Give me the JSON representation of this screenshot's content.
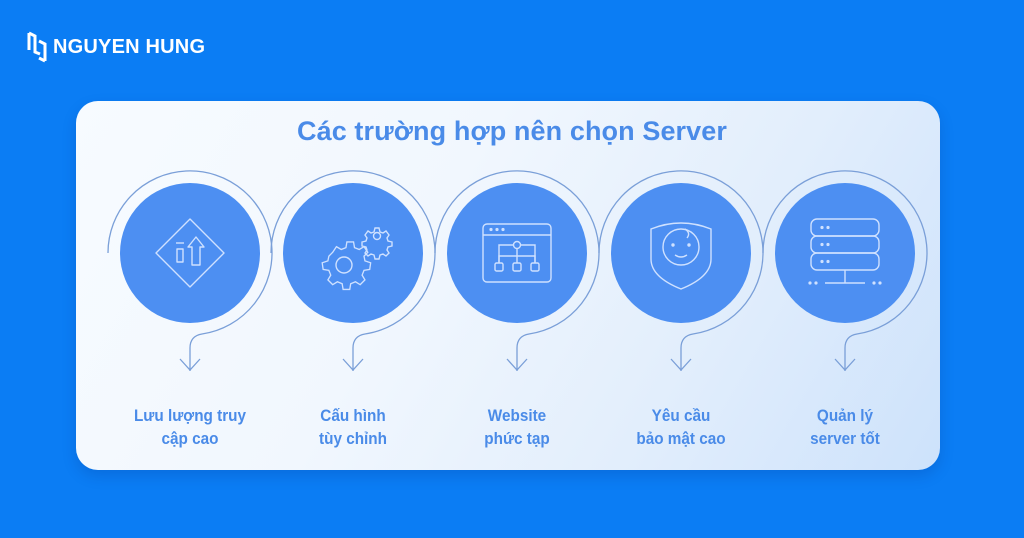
{
  "brand": {
    "name": "NGUYEN HUNG",
    "logo_icon": "nh-monogram-icon"
  },
  "card": {
    "title": "Các trường hợp nên chọn Server"
  },
  "items": [
    {
      "icon": "traffic-sign-arrow-up-icon",
      "line1": "Lưu lượng truy",
      "line2": "cập cao"
    },
    {
      "icon": "gears-icon",
      "line1": "Cấu hình",
      "line2": "tùy chỉnh"
    },
    {
      "icon": "website-sitemap-icon",
      "line1": "Website",
      "line2": "phức tạp"
    },
    {
      "icon": "shield-face-icon",
      "line1": "Yêu cầu",
      "line2": "bảo mật cao"
    },
    {
      "icon": "server-rack-icon",
      "line1": "Quản lý",
      "line2": "server tốt"
    }
  ],
  "colors": {
    "background": "#0b7df4",
    "circle_fill": "#4d8ff2",
    "ring_stroke": "#7a9fd8",
    "title_text": "#4a8be8",
    "icon_stroke": "#cfe1ff"
  }
}
